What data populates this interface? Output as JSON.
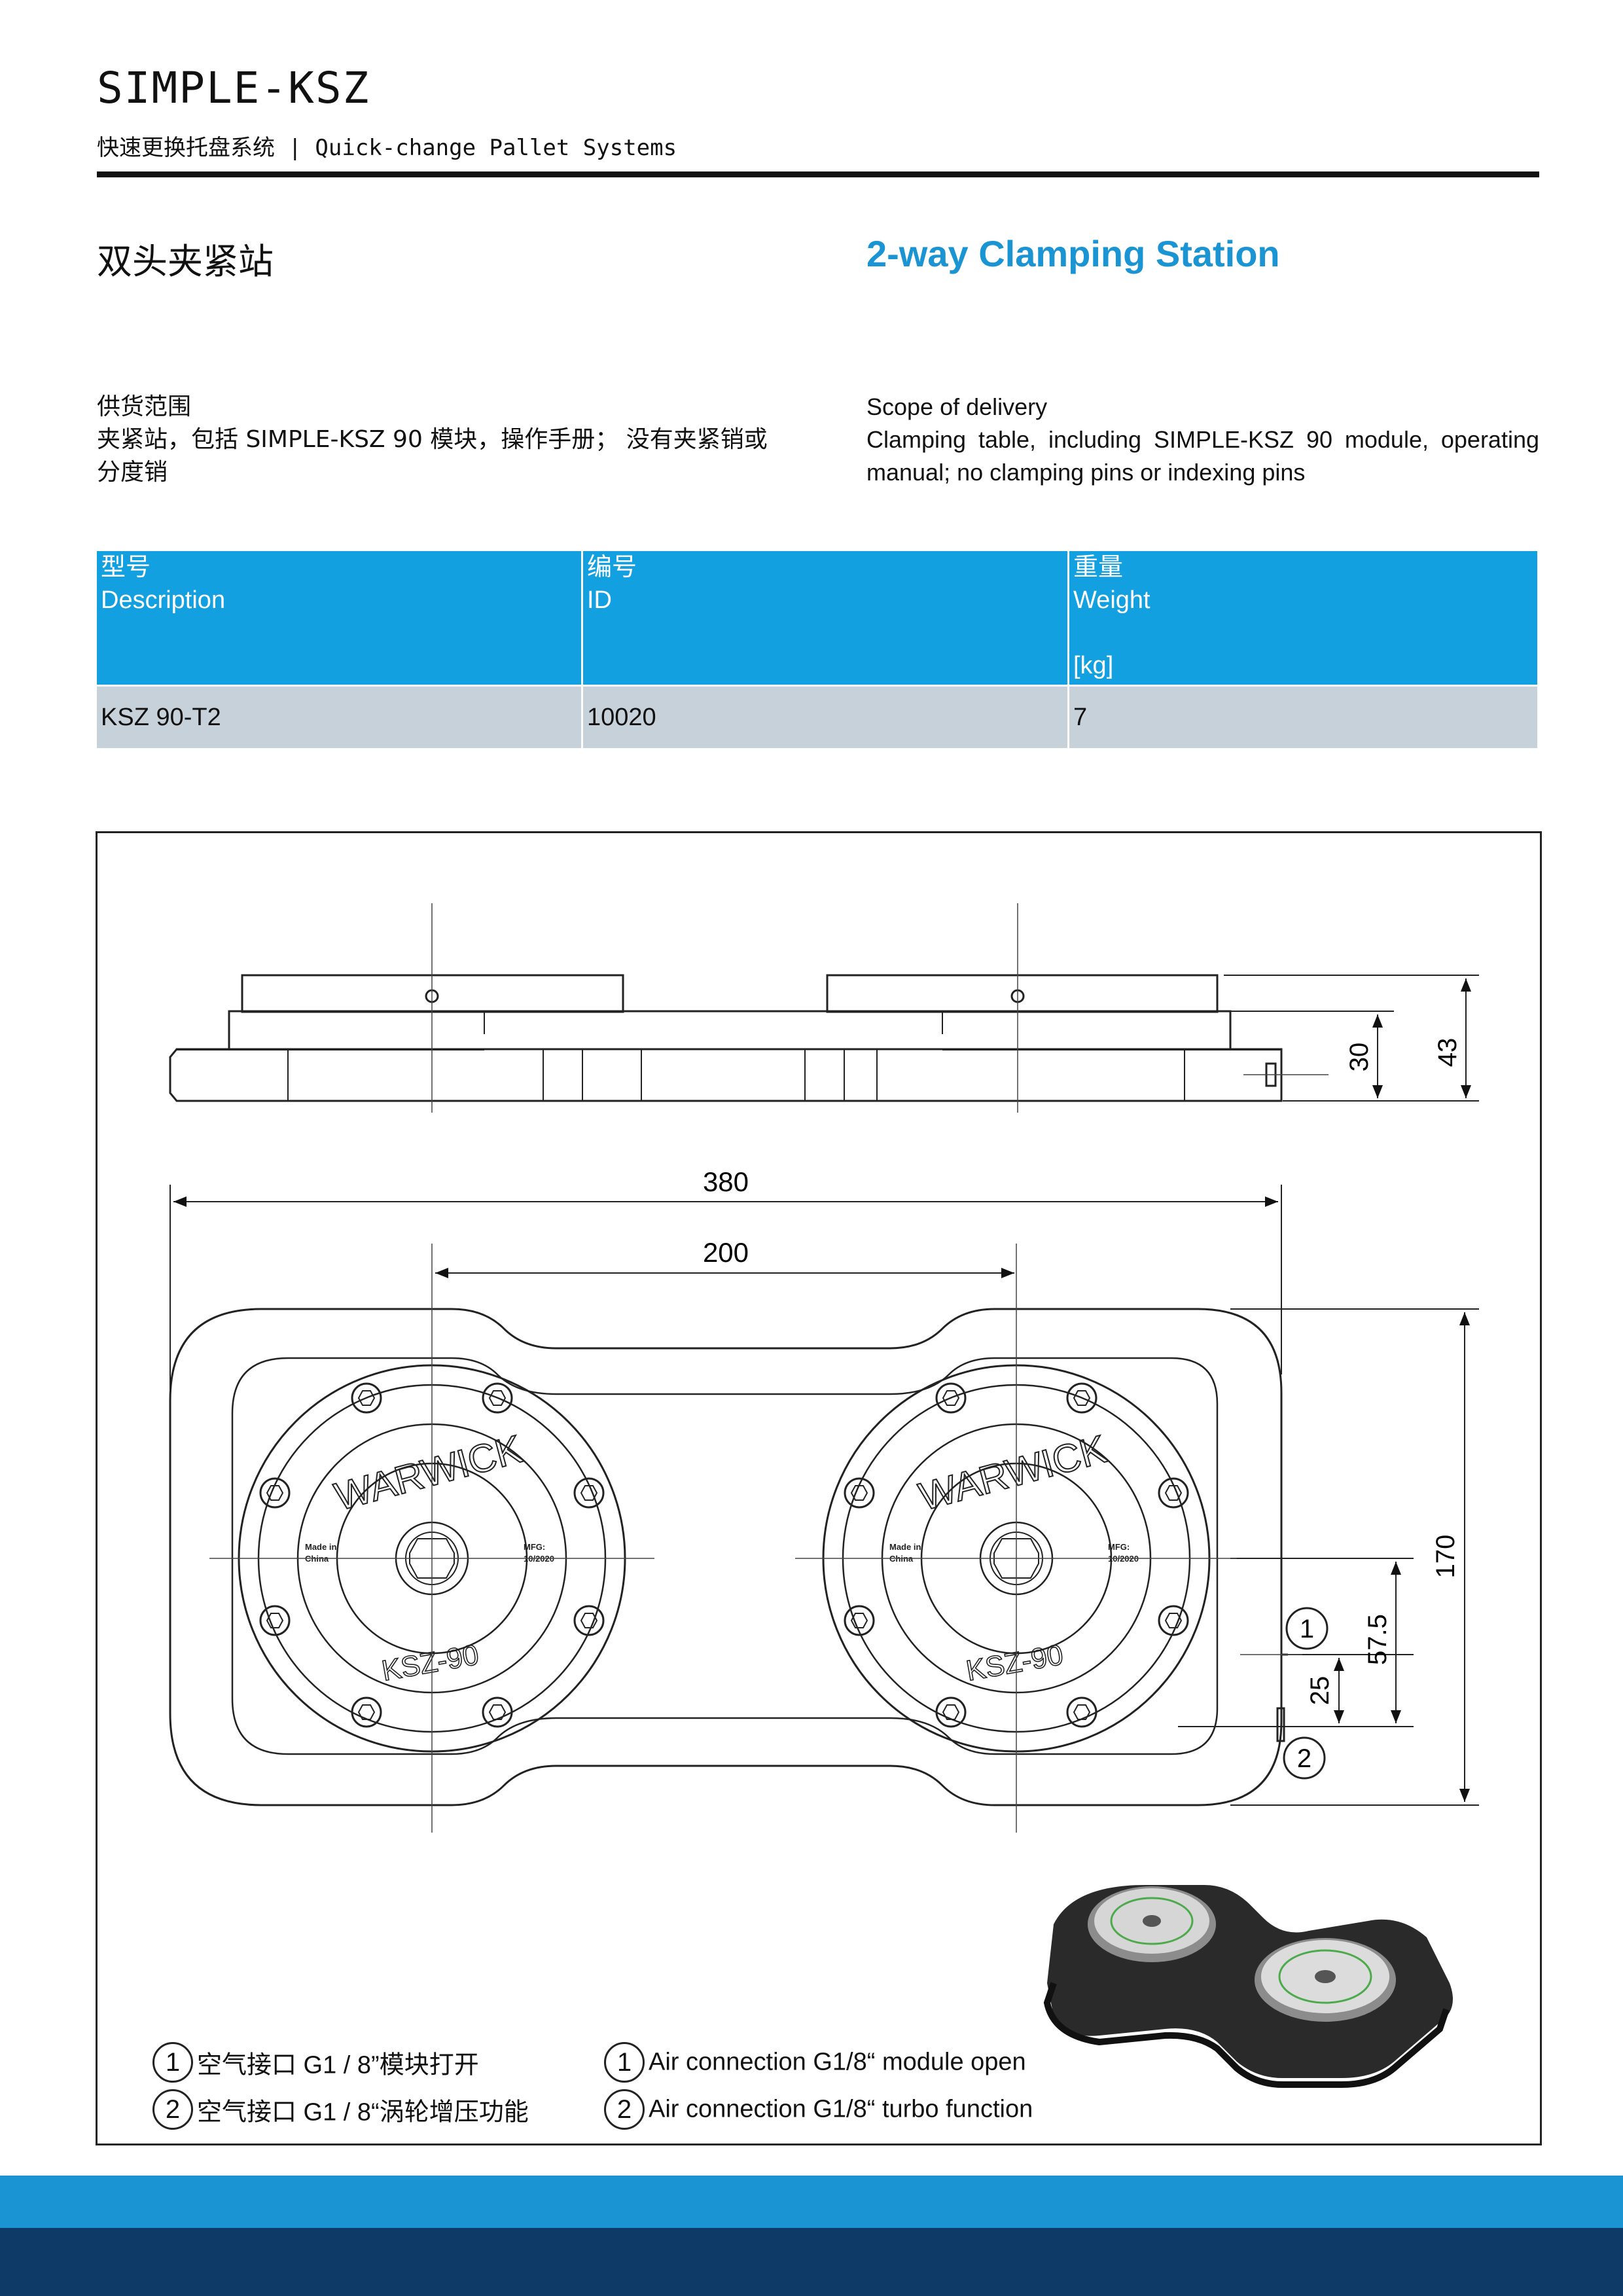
{
  "header": {
    "title": "SIMPLE-KSZ",
    "subtitle": "快速更换托盘系统 | Quick-change Pallet Systems"
  },
  "title": {
    "cn": "双头夹紧站",
    "en": "2-way Clamping Station"
  },
  "scope": {
    "cn_heading": "供货范围",
    "cn_text": "夹紧站，包括 SIMPLE-KSZ 90 模块，操作手册； 没有夹紧销或分度销",
    "en_heading": "Scope of delivery",
    "en_text": "Clamping table, including SIMPLE-KSZ 90 module, operating manual; no clamping pins or indexing pins"
  },
  "table": {
    "headers": [
      {
        "cn": "型号",
        "en": "Description",
        "unit": ""
      },
      {
        "cn": "编号",
        "en": "ID",
        "unit": ""
      },
      {
        "cn": "重量",
        "en": "Weight",
        "unit": "[kg]"
      }
    ],
    "rows": [
      [
        "KSZ 90-T2",
        "10020",
        "7"
      ]
    ]
  },
  "drawing": {
    "dims": {
      "d380": "380",
      "d200": "200",
      "d30": "30",
      "d43": "43",
      "d170": "170",
      "d57_5": "57.5",
      "d25": "25"
    },
    "module_brand": "WARWICK",
    "module_model": "KSZ-90",
    "made_in": "Made in",
    "china": "China",
    "mfg": "MFG:",
    "mfg_date": "10/2020",
    "callout1": "1",
    "callout2": "2"
  },
  "legend": {
    "cn": [
      {
        "num": "1",
        "text": "空气接口 G1 / 8”模块打开"
      },
      {
        "num": "2",
        "text": "空气接口 G1 / 8“涡轮增压功能"
      }
    ],
    "en": [
      {
        "num": "1",
        "text": "Air connection G1/8“ module open"
      },
      {
        "num": "2",
        "text": "Air connection G1/8“ turbo function"
      }
    ]
  },
  "colors": {
    "accent": "#1a94d2",
    "table_header": "#13a0e0",
    "table_row": "#c7d1da",
    "footer_dark": "#0d3a66"
  }
}
